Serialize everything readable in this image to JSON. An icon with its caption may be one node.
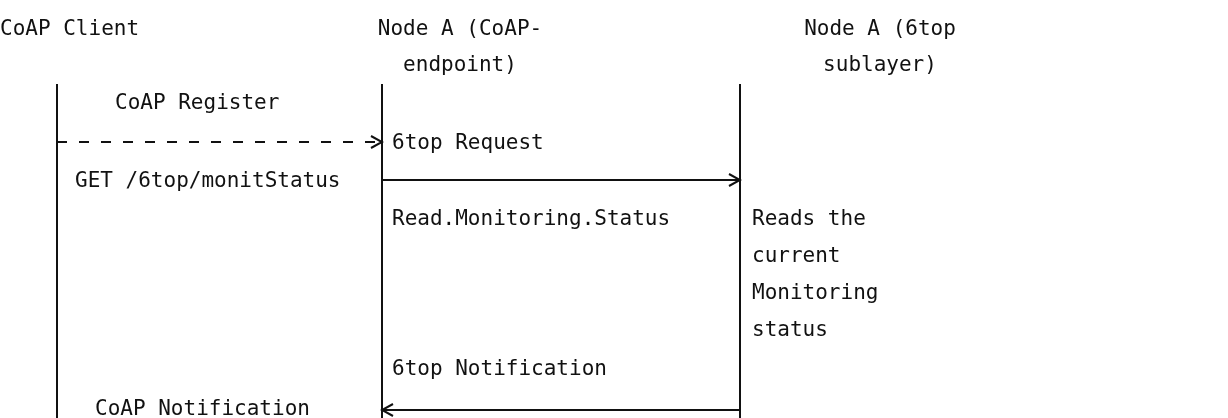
{
  "diagram": {
    "nodes": [
      {
        "text": [
          "CoAP Client"
        ]
      },
      {
        "text": [
          "Node A (CoAP-endpoint)"
        ]
      },
      {
        "text": [
          "Node A (6top sublayer)"
        ]
      }
    ],
    "edges": [
      {
        "from": 0,
        "to": 1,
        "arrow": "to",
        "label": "CoAP Register",
        "style": "dashed"
      },
      {
        "from": 1,
        "to": 2,
        "arrow": "to",
        "label": "6top Request"
      },
      {
        "from": 2,
        "to": 1,
        "arrow": "to",
        "label": "6top Notification"
      }
    ],
    "labels": [
      "GET /6top/monitStatus",
      "Read.Monitoring.Status",
      "Reads the current Monitoring status",
      "CoAP Notification"
    ]
  }
}
